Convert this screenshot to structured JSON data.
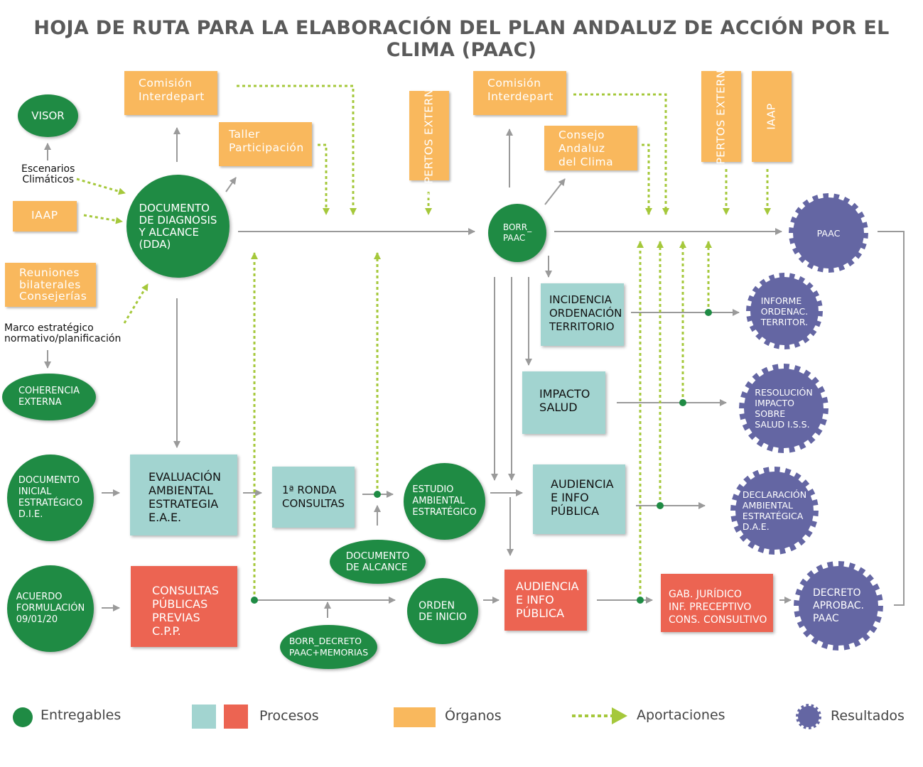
{
  "title": "HOJA DE RUTA PARA LA ELABORACIÓN DEL PLAN ANDALUZ DE ACCIÓN POR EL CLIMA (PAAC)",
  "colors": {
    "entregable": "#1f8b44",
    "proceso_teal": "#a2d4d0",
    "proceso_red": "#ec6452",
    "organo": "#f9b85d",
    "aportacion": "#a5c83b",
    "resultado": "#6466a3",
    "flow": "#9a9a9a"
  },
  "organos": {
    "comision1": "Comisión\nInterdepart",
    "taller": "Taller\nParticipación",
    "expertos1": "EXPERTOS\nEXTERNOS",
    "comision2": "Comisión\nInterdepart",
    "consejo": "Consejo\nAndaluz\ndel Clima",
    "expertos2": "EXPERTOS\nEXTERNOS",
    "iaap_top": "IAAP",
    "iaap_left": "IAAP",
    "reuniones": "Reuniones\nbilaterales\nConsejerías"
  },
  "labels": {
    "escenarios": "Escenarios\nClimáticos",
    "marco": "Marco estratégico\nnormativo/planificación"
  },
  "entregables": {
    "visor": "VISOR",
    "dda": "DOCUMENTO\nDE DIAGNOSIS\nY ALCANCE\n(DDA)",
    "coherencia": "COHERENCIA\nEXTERNA",
    "die": "DOCUMENTO\nINICIAL\nESTRATÉGICO\nD.I.E.",
    "acuerdo": "ACUERDO\nFORMULACIÓN\n09/01/20",
    "borr_paac": "BORR_\nPAAC",
    "estudio": "ESTUDIO\nAMBIENTAL\nESTRATÉGICO",
    "doc_alcance": "DOCUMENTO\nDE ALCANCE",
    "orden": "ORDEN\nDE INICIO",
    "borr_decreto": "BORR_DECRETO\nPAAC+MEMORIAS"
  },
  "procesos": {
    "eae": "EVALUACIÓN\nAMBIENTAL\nESTRATEGIA\nE.A.E.",
    "ronda": "1ª RONDA\nCONSULTAS",
    "cpp": "CONSULTAS\nPÚBLICAS\nPREVIAS\nC.P.P.",
    "incidencia": "INCIDENCIA\nORDENACIÓN\nTERRITORIO",
    "impacto": "IMPACTO\nSALUD",
    "audiencia_teal": "AUDIENCIA\nE INFO\nPÚBLICA",
    "audiencia_red": "AUDIENCIA\nE INFO\nPÚBLICA",
    "gab": "GAB. JURÍDICO\nINF. PRECEPTIVO\nCONS. CONSULTIVO"
  },
  "resultados": {
    "paac": "PAAC",
    "informe": "INFORME\nORDENAC.\nTERRITOR.",
    "resolucion": "RESOLUCIÓN\nIMPACTO\nSOBRE\nSALUD I.S.S.",
    "declaracion": "DECLARACIÓN\nAMBIENTAL\nESTRATÉGICA\nD.A.E.",
    "decreto": "DECRETO\nAPROBAC.\nPAAC"
  },
  "legend": {
    "entregables": "Entregables",
    "procesos": "Procesos",
    "organos": "Órganos",
    "aportaciones": "Aportaciones",
    "resultados": "Resultados"
  }
}
